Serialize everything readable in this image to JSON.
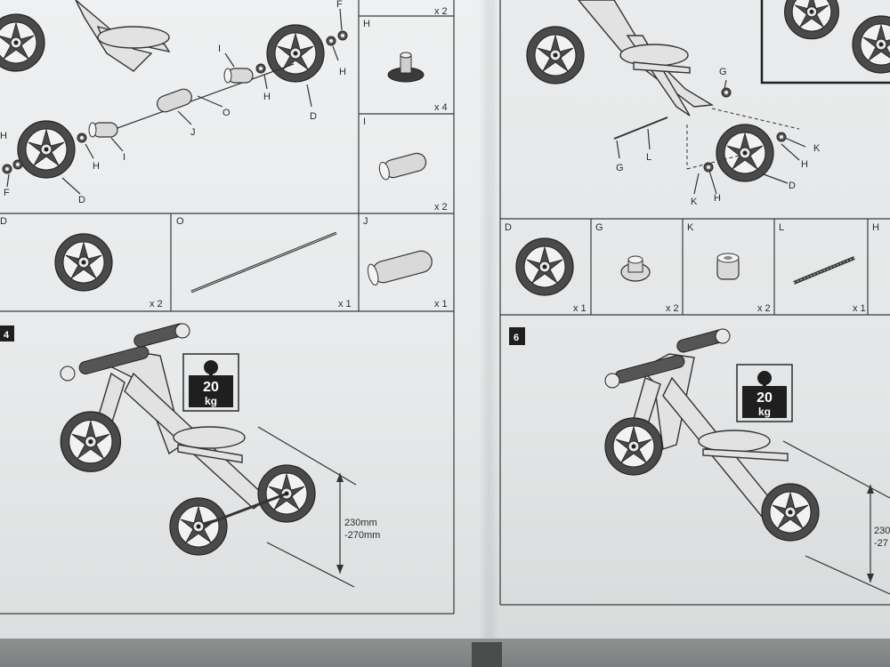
{
  "top_left_callouts": [
    "F",
    "H",
    "I",
    "H",
    "D",
    "O",
    "J",
    "H",
    "I",
    "H",
    "F",
    "D"
  ],
  "top_right_callouts": [
    "G",
    "L",
    "G",
    "K",
    "H",
    "K",
    "H",
    "D"
  ],
  "parts_left_upper": [
    {
      "letter": "",
      "qty": "x 2"
    },
    {
      "letter": "H",
      "qty": "x 4"
    },
    {
      "letter": "I",
      "qty": "x 2"
    }
  ],
  "parts_left_lower": [
    {
      "letter": "D",
      "qty": "x 2"
    },
    {
      "letter": "O",
      "qty": "x 1"
    },
    {
      "letter": "J",
      "qty": "x 1"
    }
  ],
  "parts_right": [
    {
      "letter": "D",
      "qty": "x 1"
    },
    {
      "letter": "G",
      "qty": "x 2"
    },
    {
      "letter": "K",
      "qty": "x 2"
    },
    {
      "letter": "L",
      "qty": "x 1"
    },
    {
      "letter": "H",
      "qty": ""
    }
  ],
  "step_left": {
    "number": "4",
    "weight_value": "20",
    "weight_unit": "kg",
    "height_line1": "230mm",
    "height_line2": "-270mm"
  },
  "step_right": {
    "number": "6",
    "weight_value": "20",
    "weight_unit": "kg",
    "height_line1": "230",
    "height_line2": "-27"
  },
  "colors": {
    "paper": "#eceeef",
    "ink": "#2a2a2a",
    "badge": "#1f1f1f"
  }
}
